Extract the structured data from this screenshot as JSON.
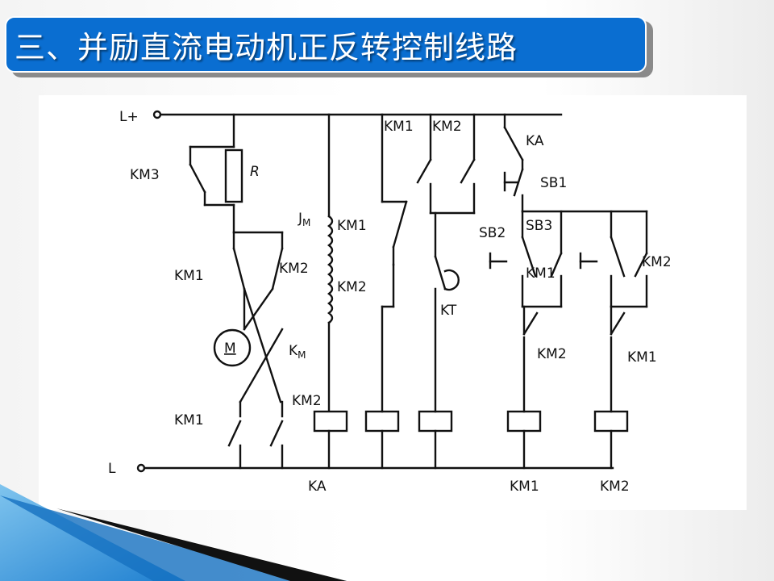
{
  "slide": {
    "title": "三、并励直流电动机正反转控制线路"
  },
  "diagram": {
    "terminals": {
      "top": "L+",
      "bottom": "L"
    },
    "labels": {
      "km3": "KM3",
      "r": "R",
      "jm": "J",
      "jm_sub": "M",
      "km1_shunt": "KM1",
      "km2_shunt": "KM2",
      "km1_arm_top": "KM1",
      "km2_arm_top": "KM2",
      "motor": "M",
      "km": "K",
      "km_sub": "M",
      "km1_arm_bot": "KM1",
      "km2_arm_bot": "KM2",
      "km1_top": "KM1",
      "km2_top": "KM2",
      "kt_contact": "KT",
      "ka_contact": "KA",
      "sb1": "SB1",
      "sb2": "SB2",
      "sb3": "SB3",
      "km1_self": "KM1",
      "km2_self": "KM2",
      "km2_interlock": "KM2",
      "km1_interlock": "KM1",
      "coil_ka": "KA",
      "coil_km1": "KM1",
      "coil_km2": "KM2"
    }
  }
}
